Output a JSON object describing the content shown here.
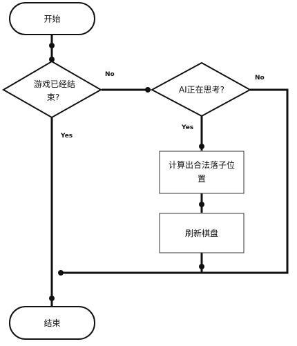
{
  "nodes": {
    "start": "开始",
    "game_over_q_line1": "游戏已经结",
    "game_over_q_line2": "束?",
    "ai_thinking_q": "AI正在思考?",
    "compute_move_line1": "计算出合法落子位",
    "compute_move_line2": "置",
    "refresh_board": "刷新棋盘",
    "end": "结束"
  },
  "edge_labels": {
    "game_over_no": "No",
    "game_over_yes": "Yes",
    "ai_yes": "Yes",
    "ai_no": "No"
  },
  "colors": {
    "stroke": "#111111",
    "fill": "#ffffff"
  }
}
